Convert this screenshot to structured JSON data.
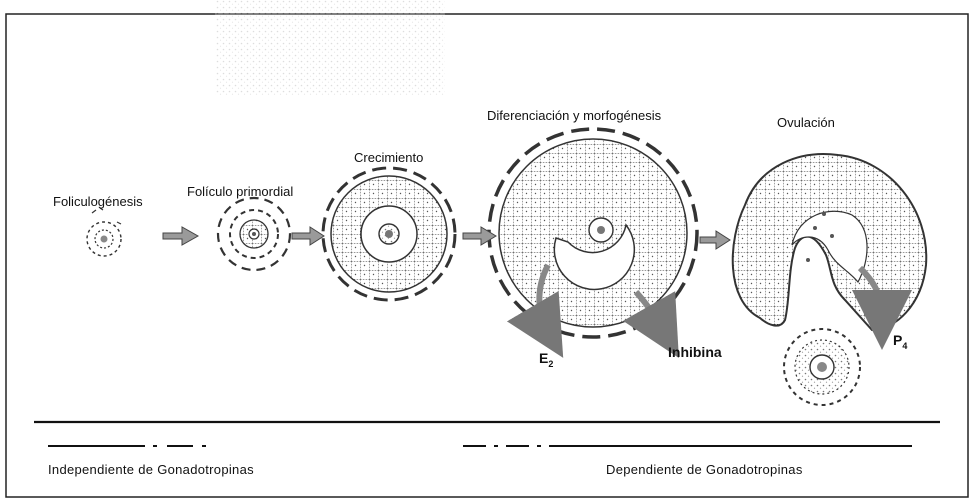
{
  "stages": {
    "foliculogenesis": "Foliculogénesis",
    "primordial": "Folículo primordial",
    "crecimiento": "Crecimiento",
    "diferenciacion": "Diferenciación y morfogénesis",
    "ovulacion": "Ovulación"
  },
  "hormones": {
    "e2_base": "E",
    "e2_sub": "2",
    "inhibina": "Inhibina",
    "p4_base": "P",
    "p4_sub": "4"
  },
  "legend": {
    "independiente": "Independiente de Gonadotropinas",
    "dependiente": "Dependiente de Gonadotropinas"
  },
  "colors": {
    "ink": "#222222",
    "arrow_fill": "#9a9a9a",
    "background": "#ffffff"
  }
}
